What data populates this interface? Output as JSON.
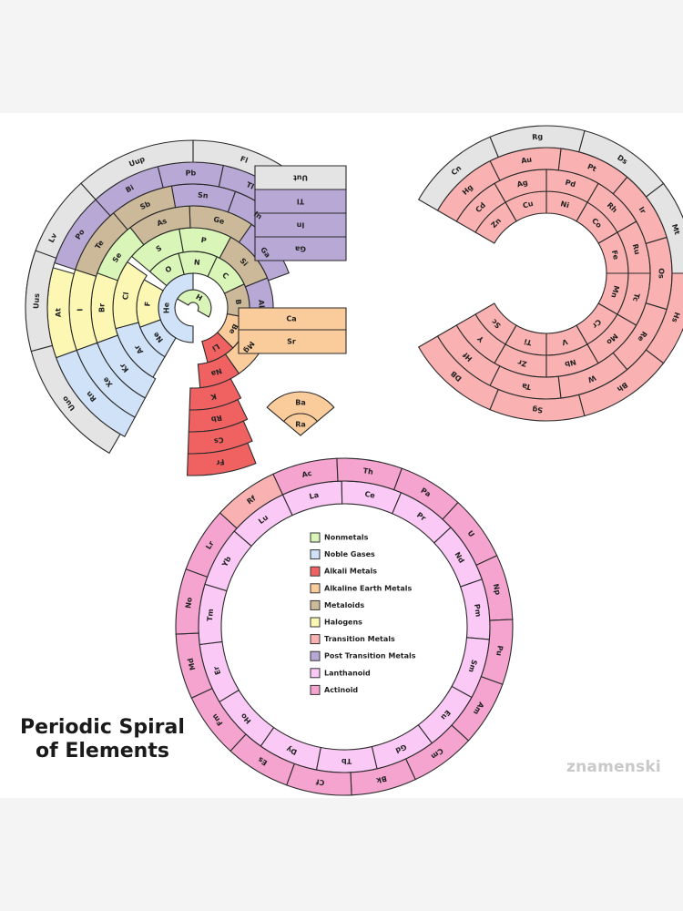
{
  "title": {
    "line1": "Periodic Spiral",
    "line2": "of Elements"
  },
  "credit": "znamenski",
  "colors": {
    "nonmetal": "#d9f5b8",
    "noble": "#cfe2f7",
    "alkali": "#f06262",
    "alkaline": "#fbcc9b",
    "metalloid": "#cbb99a",
    "halogen": "#fcf8b4",
    "transition": "#f9b1b1",
    "post": "#b8a8d6",
    "lanthanoid": "#fbc9f5",
    "actinoid": "#f4a4cf",
    "unknown": "#e4e4e4"
  },
  "legend": [
    {
      "cat": "nonmetal",
      "label": "Nonmetals"
    },
    {
      "cat": "noble",
      "label": "Noble Gases"
    },
    {
      "cat": "alkali",
      "label": "Alkali Metals"
    },
    {
      "cat": "alkaline",
      "label": "Alkaline Earth Metals"
    },
    {
      "cat": "metalloid",
      "label": "Metaloids"
    },
    {
      "cat": "halogen",
      "label": "Halogens"
    },
    {
      "cat": "transition",
      "label": "Transition Metals"
    },
    {
      "cat": "post",
      "label": "Post Transition Metals"
    },
    {
      "cat": "lanthanoid",
      "label": "Lanthanoid"
    },
    {
      "cat": "actinoid",
      "label": "Actinoid"
    }
  ],
  "elements": [
    {
      "symbol": "H",
      "cat": "nonmetal"
    },
    {
      "symbol": "He",
      "cat": "noble"
    },
    {
      "symbol": "Li",
      "cat": "alkali"
    },
    {
      "symbol": "Be",
      "cat": "alkaline"
    },
    {
      "symbol": "B",
      "cat": "metalloid"
    },
    {
      "symbol": "C",
      "cat": "nonmetal"
    },
    {
      "symbol": "N",
      "cat": "nonmetal"
    },
    {
      "symbol": "O",
      "cat": "nonmetal"
    },
    {
      "symbol": "F",
      "cat": "halogen"
    },
    {
      "symbol": "Ne",
      "cat": "noble"
    },
    {
      "symbol": "Na",
      "cat": "alkali"
    },
    {
      "symbol": "Mg",
      "cat": "alkaline"
    },
    {
      "symbol": "Al",
      "cat": "post"
    },
    {
      "symbol": "Si",
      "cat": "metalloid"
    },
    {
      "symbol": "P",
      "cat": "nonmetal"
    },
    {
      "symbol": "S",
      "cat": "nonmetal"
    },
    {
      "symbol": "Cl",
      "cat": "halogen"
    },
    {
      "symbol": "Ar",
      "cat": "noble"
    },
    {
      "symbol": "K",
      "cat": "alkali"
    },
    {
      "symbol": "Ca",
      "cat": "alkaline"
    },
    {
      "symbol": "Sc",
      "cat": "transition"
    },
    {
      "symbol": "Ti",
      "cat": "transition"
    },
    {
      "symbol": "V",
      "cat": "transition"
    },
    {
      "symbol": "Cr",
      "cat": "transition"
    },
    {
      "symbol": "Mn",
      "cat": "transition"
    },
    {
      "symbol": "Fe",
      "cat": "transition"
    },
    {
      "symbol": "Co",
      "cat": "transition"
    },
    {
      "symbol": "Ni",
      "cat": "transition"
    },
    {
      "symbol": "Cu",
      "cat": "transition"
    },
    {
      "symbol": "Zn",
      "cat": "transition"
    },
    {
      "symbol": "Ga",
      "cat": "post"
    },
    {
      "symbol": "Ge",
      "cat": "metalloid"
    },
    {
      "symbol": "As",
      "cat": "metalloid"
    },
    {
      "symbol": "Se",
      "cat": "nonmetal"
    },
    {
      "symbol": "Br",
      "cat": "halogen"
    },
    {
      "symbol": "Kr",
      "cat": "noble"
    },
    {
      "symbol": "Rb",
      "cat": "alkali"
    },
    {
      "symbol": "Sr",
      "cat": "alkaline"
    },
    {
      "symbol": "Y",
      "cat": "transition"
    },
    {
      "symbol": "Zr",
      "cat": "transition"
    },
    {
      "symbol": "Nb",
      "cat": "transition"
    },
    {
      "symbol": "Mo",
      "cat": "transition"
    },
    {
      "symbol": "Tc",
      "cat": "transition"
    },
    {
      "symbol": "Ru",
      "cat": "transition"
    },
    {
      "symbol": "Rh",
      "cat": "transition"
    },
    {
      "symbol": "Pd",
      "cat": "transition"
    },
    {
      "symbol": "Ag",
      "cat": "transition"
    },
    {
      "symbol": "Cd",
      "cat": "transition"
    },
    {
      "symbol": "In",
      "cat": "post"
    },
    {
      "symbol": "Sn",
      "cat": "post"
    },
    {
      "symbol": "Sb",
      "cat": "metalloid"
    },
    {
      "symbol": "Te",
      "cat": "metalloid"
    },
    {
      "symbol": "I",
      "cat": "halogen"
    },
    {
      "symbol": "Xe",
      "cat": "noble"
    },
    {
      "symbol": "Cs",
      "cat": "alkali"
    },
    {
      "symbol": "Ba",
      "cat": "alkaline"
    },
    {
      "symbol": "La",
      "cat": "lanthanoid"
    },
    {
      "symbol": "Ce",
      "cat": "lanthanoid"
    },
    {
      "symbol": "Pr",
      "cat": "lanthanoid"
    },
    {
      "symbol": "Nd",
      "cat": "lanthanoid"
    },
    {
      "symbol": "Pm",
      "cat": "lanthanoid"
    },
    {
      "symbol": "Sm",
      "cat": "lanthanoid"
    },
    {
      "symbol": "Eu",
      "cat": "lanthanoid"
    },
    {
      "symbol": "Gd",
      "cat": "lanthanoid"
    },
    {
      "symbol": "Tb",
      "cat": "lanthanoid"
    },
    {
      "symbol": "Dy",
      "cat": "lanthanoid"
    },
    {
      "symbol": "Ho",
      "cat": "lanthanoid"
    },
    {
      "symbol": "Er",
      "cat": "lanthanoid"
    },
    {
      "symbol": "Tm",
      "cat": "lanthanoid"
    },
    {
      "symbol": "Yb",
      "cat": "lanthanoid"
    },
    {
      "symbol": "Lu",
      "cat": "lanthanoid"
    },
    {
      "symbol": "Hf",
      "cat": "transition"
    },
    {
      "symbol": "Ta",
      "cat": "transition"
    },
    {
      "symbol": "W",
      "cat": "transition"
    },
    {
      "symbol": "Re",
      "cat": "transition"
    },
    {
      "symbol": "Os",
      "cat": "transition"
    },
    {
      "symbol": "Ir",
      "cat": "transition"
    },
    {
      "symbol": "Pt",
      "cat": "transition"
    },
    {
      "symbol": "Au",
      "cat": "transition"
    },
    {
      "symbol": "Hg",
      "cat": "transition"
    },
    {
      "symbol": "Tl",
      "cat": "post"
    },
    {
      "symbol": "Pb",
      "cat": "post"
    },
    {
      "symbol": "Bi",
      "cat": "post"
    },
    {
      "symbol": "Po",
      "cat": "post"
    },
    {
      "symbol": "At",
      "cat": "halogen"
    },
    {
      "symbol": "Rn",
      "cat": "noble"
    },
    {
      "symbol": "Fr",
      "cat": "alkali"
    },
    {
      "symbol": "Ra",
      "cat": "alkaline"
    },
    {
      "symbol": "Ac",
      "cat": "actinoid"
    },
    {
      "symbol": "Th",
      "cat": "actinoid"
    },
    {
      "symbol": "Pa",
      "cat": "actinoid"
    },
    {
      "symbol": "U",
      "cat": "actinoid"
    },
    {
      "symbol": "Np",
      "cat": "actinoid"
    },
    {
      "symbol": "Pu",
      "cat": "actinoid"
    },
    {
      "symbol": "Am",
      "cat": "actinoid"
    },
    {
      "symbol": "Cm",
      "cat": "actinoid"
    },
    {
      "symbol": "Bk",
      "cat": "actinoid"
    },
    {
      "symbol": "Cf",
      "cat": "actinoid"
    },
    {
      "symbol": "Es",
      "cat": "actinoid"
    },
    {
      "symbol": "Fm",
      "cat": "actinoid"
    },
    {
      "symbol": "Md",
      "cat": "actinoid"
    },
    {
      "symbol": "No",
      "cat": "actinoid"
    },
    {
      "symbol": "Lr",
      "cat": "actinoid"
    },
    {
      "symbol": "Rf",
      "cat": "transition"
    },
    {
      "symbol": "DB",
      "cat": "transition"
    },
    {
      "symbol": "Sg",
      "cat": "transition"
    },
    {
      "symbol": "Bh",
      "cat": "transition"
    },
    {
      "symbol": "Hs",
      "cat": "transition"
    },
    {
      "symbol": "Mt",
      "cat": "unknown"
    },
    {
      "symbol": "Ds",
      "cat": "unknown"
    },
    {
      "symbol": "Rg",
      "cat": "unknown"
    },
    {
      "symbol": "Cn",
      "cat": "unknown"
    },
    {
      "symbol": "Uut",
      "cat": "unknown"
    },
    {
      "symbol": "Fl",
      "cat": "unknown"
    },
    {
      "symbol": "Uup",
      "cat": "unknown"
    },
    {
      "symbol": "Lv",
      "cat": "unknown"
    },
    {
      "symbol": "Uus",
      "cat": "unknown"
    },
    {
      "symbol": "Uuo",
      "cat": "unknown"
    }
  ]
}
